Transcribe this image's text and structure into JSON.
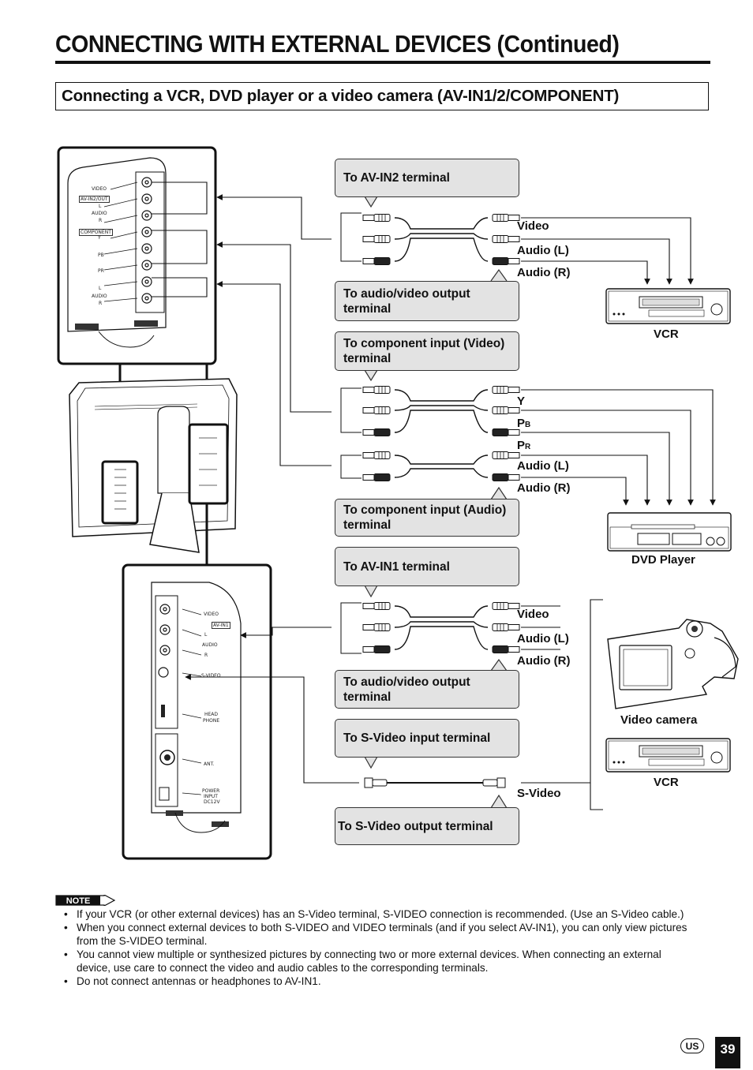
{
  "header": {
    "title": "CONNECTING WITH EXTERNAL DEVICES (Continued)",
    "subtitle": "Connecting a VCR, DVD player or a video camera (AV-IN1/2/COMPONENT)"
  },
  "callouts": {
    "av_in2": "To AV-IN2 terminal",
    "av_out_1": "To audio/video output terminal",
    "component_video": "To component input (Video) terminal",
    "component_audio": "To component input (Audio) terminal",
    "av_in1": "To AV-IN1 terminal",
    "av_out_2": "To audio/video output terminal",
    "svideo_in": "To S-Video input terminal",
    "svideo_out": "To S-Video output terminal"
  },
  "cable_labels": {
    "group1": [
      "Video",
      "Audio (L)",
      "Audio (R)"
    ],
    "group2": {
      "y": "Y",
      "pb": "P",
      "pb_sub": "B",
      "pr": "P",
      "pr_sub": "R",
      "audio_l": "Audio (L)",
      "audio_r": "Audio (R)"
    },
    "group3": [
      "Video",
      "Audio (L)",
      "Audio (R)"
    ],
    "svideo": "S-Video"
  },
  "devices": {
    "vcr_top": "VCR",
    "dvd": "DVD Player",
    "camera": "Video camera",
    "vcr_bottom": "VCR"
  },
  "panel_top_labels": {
    "video": "VIDEO",
    "av_inout": "AV-IN2/OUT",
    "l": "L",
    "audio": "AUDIO",
    "r": "R",
    "component": "COMPONENT",
    "y": "Y",
    "pb": "PB",
    "pr": "PR",
    "l2": "L",
    "audio2": "AUDIO",
    "r2": "R"
  },
  "panel_bottom_labels": {
    "video": "VIDEO",
    "av_in1": "AV-IN1",
    "l": "L",
    "audio": "AUDIO",
    "r": "R",
    "svideo": "S-VIDEO",
    "headphone_1": "HEAD",
    "headphone_2": "PHONE",
    "ant": "ANT.",
    "power_1": "POWER",
    "power_2": "INPUT",
    "power_3": "DC12V"
  },
  "note": {
    "badge": "NOTE",
    "items": [
      "If your VCR (or other external devices) has an S-Video terminal, S-VIDEO connection is recommended. (Use an S-Video cable.)",
      "When you connect external devices to both S-VIDEO and VIDEO terminals (and if you select AV-IN1), you can only view pictures from the S-VIDEO terminal.",
      "You cannot view multiple or synthesized pictures by connecting two or more external devices. When connecting an external device, use care to connect the video and audio cables to the corresponding terminals.",
      "Do not connect antennas or headphones to AV-IN1."
    ]
  },
  "footer": {
    "region": "US",
    "page_number": "39"
  }
}
